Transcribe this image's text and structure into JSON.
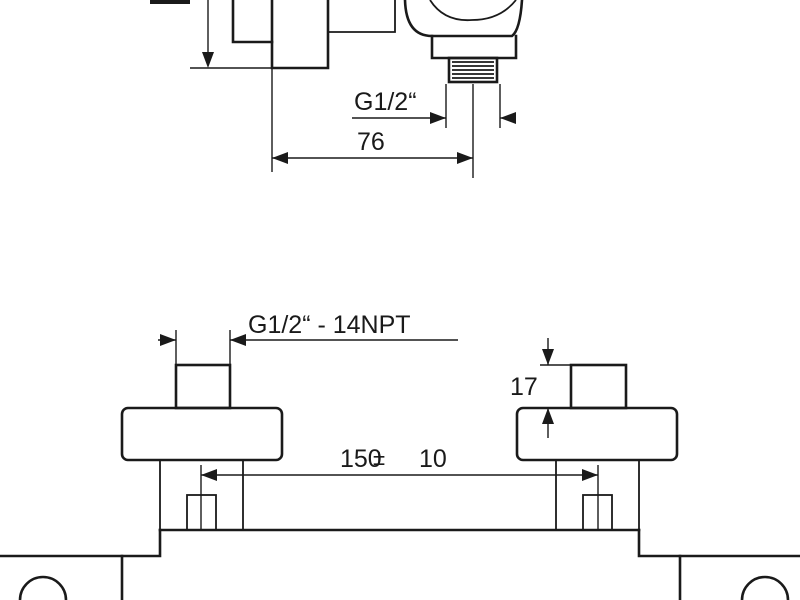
{
  "drawing": {
    "dim_side_thread": "G1/2“",
    "dim_side_width": "76",
    "dim_front_thread": "G1/2“ - 14NPT",
    "dim_height": "17",
    "dim_spacing_value": "150",
    "dim_spacing_tolerance_sign": "±",
    "dim_spacing_tolerance": "10",
    "line_color": "#1a1a1a",
    "background_color": "#ffffff"
  }
}
